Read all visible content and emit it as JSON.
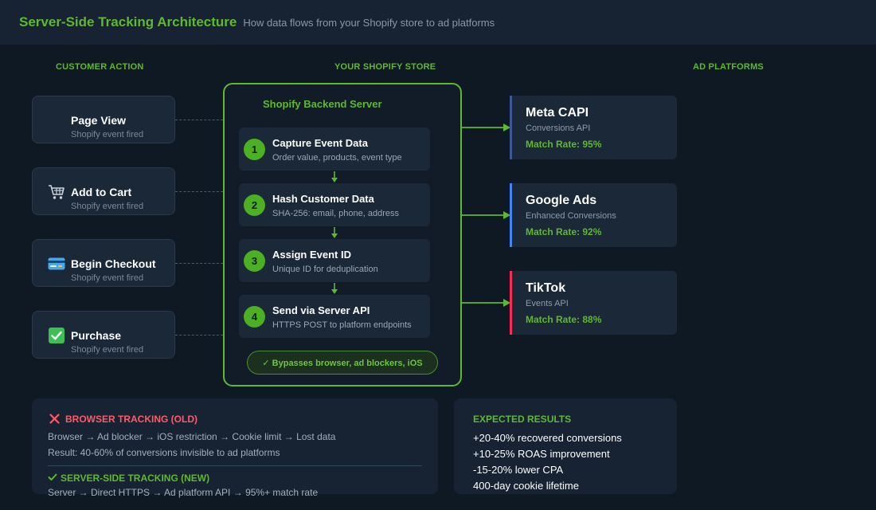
{
  "header": {
    "title": "Server-Side Tracking Architecture",
    "subtitle": "How data flows from your Shopify store to ad platforms"
  },
  "columns": {
    "customer": "CUSTOMER ACTION",
    "store": "YOUR SHOPIFY STORE",
    "platforms": "AD PLATFORMS"
  },
  "actions": [
    {
      "name": "Page View",
      "sub": "Shopify event fired",
      "icon": "none"
    },
    {
      "name": "Add to Cart",
      "sub": "Shopify event fired",
      "icon": "shopping-cart-icon"
    },
    {
      "name": "Begin Checkout",
      "sub": "Shopify event fired",
      "icon": "credit-card-icon"
    },
    {
      "name": "Purchase",
      "sub": "Shopify event fired",
      "icon": "checkmark-icon"
    }
  ],
  "server": {
    "title": "Shopify Backend Server",
    "steps": [
      {
        "num": "1",
        "title": "Capture Event Data",
        "sub": "Order value, products, event type"
      },
      {
        "num": "2",
        "title": "Hash Customer Data",
        "sub": "SHA-256: email, phone, address"
      },
      {
        "num": "3",
        "title": "Assign Event ID",
        "sub": "Unique ID for deduplication"
      },
      {
        "num": "4",
        "title": "Send via Server API",
        "sub": "HTTPS POST to platform endpoints"
      }
    ],
    "bypass": "✓ Bypasses browser, ad blockers, iOS"
  },
  "platforms": [
    {
      "name": "Meta CAPI",
      "sub": "Conversions API",
      "rate": "Match Rate: 95%",
      "color": "#3b5998"
    },
    {
      "name": "Google Ads",
      "sub": "Enhanced Conversions",
      "rate": "Match Rate: 92%",
      "color": "#4285f4"
    },
    {
      "name": "TikTok",
      "sub": "Events API",
      "rate": "Match Rate: 88%",
      "color": "#fe2c55"
    }
  ],
  "comparison": {
    "browser_head": "BROWSER TRACKING (OLD)",
    "browser_flow": "Browser → Ad blocker → iOS restriction → Cookie limit → Lost data",
    "browser_result": "Result: 40-60% of conversions invisible to ad platforms",
    "server_head": "SERVER-SIDE TRACKING (NEW)",
    "server_flow": "Server → Direct HTTPS → Ad platform API → 95%+ match rate"
  },
  "results": {
    "head": "EXPECTED RESULTS",
    "items": [
      "+20-40% recovered conversions",
      "+10-25% ROAS improvement",
      "-15-20% lower CPA",
      "400-day cookie lifetime"
    ]
  },
  "colors": {
    "accent": "#5fb82e",
    "danger": "#ff5a6a",
    "background": "#0f1923",
    "card": "#1a2838"
  }
}
